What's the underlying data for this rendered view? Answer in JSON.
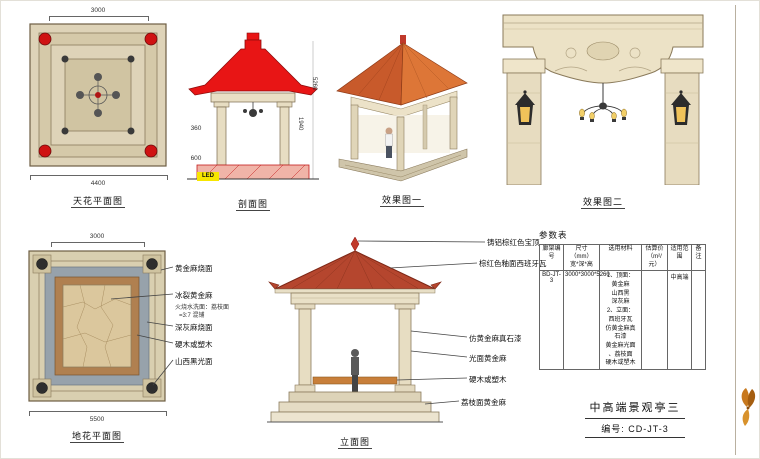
{
  "views": {
    "ceiling_plan": {
      "label": "天花平面图",
      "dim_top": "3000",
      "dim_bottom": "4400"
    },
    "section": {
      "label": "剖面图",
      "led": "LED",
      "dim_360": "360",
      "dim_600": "600",
      "dim_1940": "1940",
      "dim_total": "5260"
    },
    "render1": {
      "label": "效果图一"
    },
    "render2": {
      "label": "效果图二"
    },
    "floor_plan": {
      "label": "地花平面图",
      "dim_top": "3000",
      "dim_bottom": "5500"
    },
    "elevation": {
      "label": "立面图"
    }
  },
  "floor_callouts": {
    "c1": "黄金麻烧面",
    "c2": "冰裂黄金麻",
    "c2_note1": "火烧水洗面：荔枝面",
    "c2_note2": "=3:7 混铺",
    "c3": "深灰麻烧面",
    "c4": "硬木或塑木",
    "c5": "山西黑光面"
  },
  "elevation_callouts": {
    "c1": "铸铝棕红色宝顶",
    "c2": "棕红色釉面西班牙瓦",
    "c3": "仿黄金麻真石漆",
    "c4": "光面黄金麻",
    "c5": "硬木或塑木",
    "c6": "荔枝面黄金麻"
  },
  "table": {
    "title": "参数表",
    "headers": [
      "廊架编号",
      "尺寸（mm）\n宽*深*高",
      "选用材料",
      "估算价\n（m²/元）",
      "适用范围",
      "备注"
    ],
    "row": {
      "id": "BD-JT-3",
      "size": "3000*3000*5260",
      "materials": "1、顶面：\n黄金麻\n山西黑\n深灰麻\n2、立面：\n西班牙瓦\n仿黄金麻真\n石漆\n黄金麻光面\n、荔枝面\n硬木或塑木",
      "price": "",
      "range": "中高端",
      "note": ""
    }
  },
  "title_block": {
    "name": "中高端景观亭三",
    "code": "编号: CD-JT-3"
  }
}
